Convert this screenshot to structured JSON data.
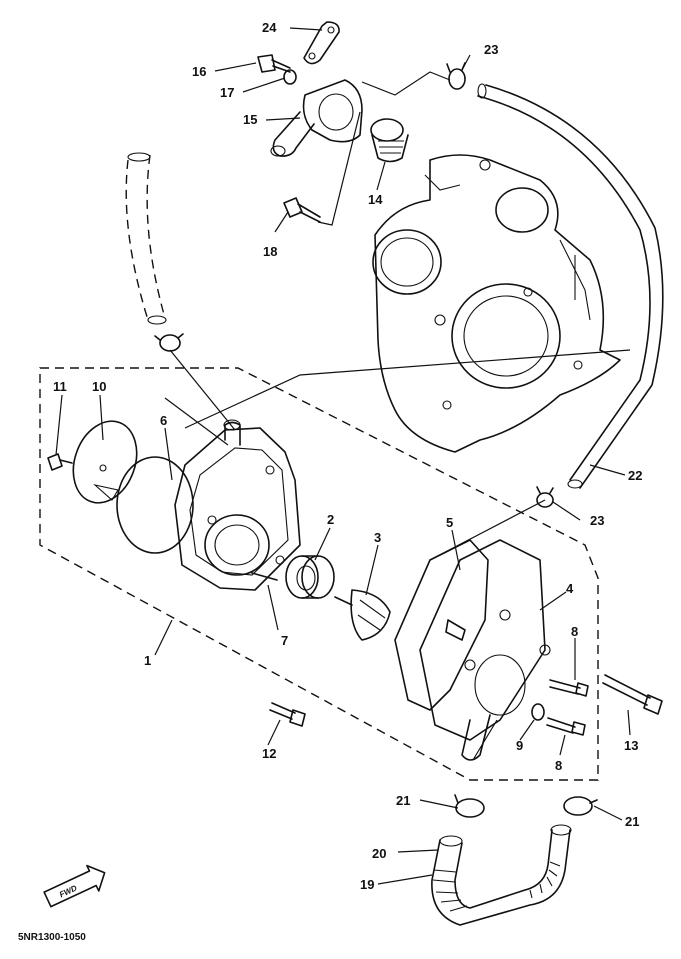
{
  "callouts": {
    "c1": "1",
    "c2": "2",
    "c3": "3",
    "c4": "4",
    "c5": "5",
    "c6": "6",
    "c7": "7",
    "c8a": "8",
    "c8b": "8",
    "c9": "9",
    "c10": "10",
    "c11": "11",
    "c12": "12",
    "c13": "13",
    "c14": "14",
    "c15": "15",
    "c16": "16",
    "c17": "17",
    "c18": "18",
    "c19": "19",
    "c20": "20",
    "c21a": "21",
    "c21b": "21",
    "c22": "22",
    "c23a": "23",
    "c23b": "23",
    "c24": "24"
  },
  "diagram_code": "5NR1300-1050",
  "direction_badge": "FWD"
}
